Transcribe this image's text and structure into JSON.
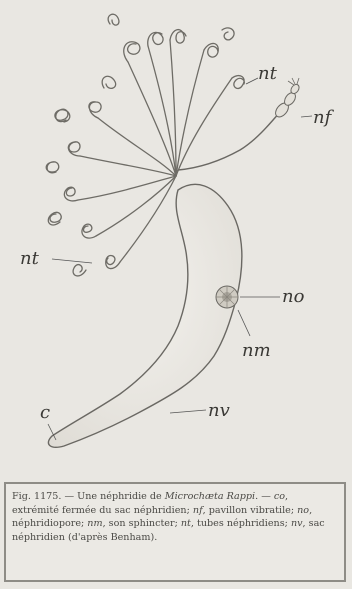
{
  "figure": {
    "labels": {
      "nt_top": "nt",
      "nf": "nf",
      "nt_left": "nt",
      "no": "no",
      "nm": "nm",
      "c": "c",
      "nv": "nv"
    },
    "caption": {
      "figure_number": "Fig. 1175.",
      "dash": " — Une néphridie de ",
      "species": "Microchæta Rappi.",
      "sep1": " — ",
      "abbr_co": "co",
      "desc_co": ", extrémité fermée du sac néphridien; ",
      "abbr_nf": "nf",
      "desc_nf": ", pavillon vibratile; ",
      "abbr_no": "no",
      "desc_no": ", néphridiopore; ",
      "abbr_nm": "nm",
      "desc_nm": ", son sphincter; ",
      "abbr_nt": "nt",
      "desc_nt": ", tubes néphridiens; ",
      "abbr_nv": "nv",
      "desc_nv": ", sac néphridien (d'après Benham)."
    }
  }
}
